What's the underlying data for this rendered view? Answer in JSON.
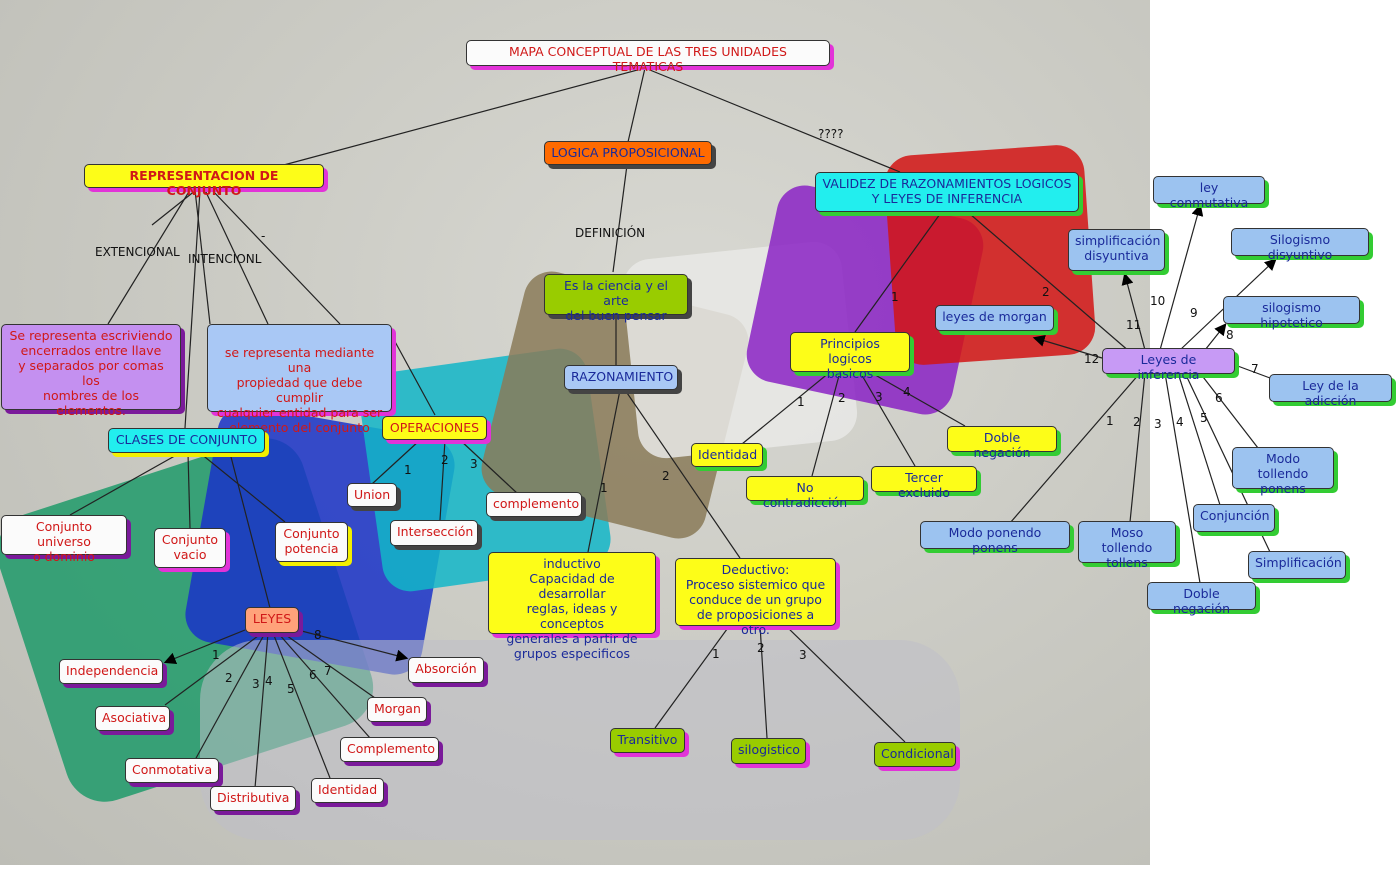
{
  "title": "MAPA CONCEPTUAL DE LAS TRES UNIDADES TEMATICAS",
  "nodes": {
    "rep_conjunto": "REPRESENTACION DE CONJUNTO",
    "logica": "LOGICA PROPOSICIONAL",
    "validez": "VALIDEZ DE RAZONAMIENTOS LOGICOS\nY LEYES DE INFERENCIA",
    "extensional_desc": "Se representa escriviendo\nencerrados entre llave\ny separados por comas los\nnombres de los elementos.",
    "intencional_desc": "se representa mediante una\npropiedad que debe cumplir\ncualquier entidad para ser\nelemento del conjunto",
    "clases": "CLASES DE CONJUNTO",
    "operaciones": "OPERACIONES",
    "universo": "Conjunto universo\no dominio",
    "vacio": "Conjunto\nvacio",
    "potencia": "Conjunto\npotencia",
    "union": "Union",
    "interseccion": "Intersección",
    "complemento": "complemento",
    "leyes": "LEYES",
    "independencia": "Independencia",
    "asociativa": "Asociativa",
    "conmotativa": "Conmotativa",
    "distributiva": "Distributiva",
    "identidad_l": "Identidad",
    "complemento_l": "Complemento",
    "morgan": "Morgan",
    "absorcion": "Absorción",
    "ciencia": "Es la ciencia y el arte\ndel buen pensar",
    "razonamiento": "RAZONAMIENTO",
    "inductivo": "inductivo\nCapacidad de desarrollar\nreglas, ideas y conceptos\ngenerales a partir de\ngrupos especificos",
    "deductivo": "Deductivo:\nProceso sistemico que\nconduce de un grupo\nde proposiciones a otro.",
    "transitivo": "Transitivo",
    "silogistico": "silogistico",
    "condicional": "Condicional",
    "principios": "Principios logicos\nbasicos",
    "identidad_p": "Identidad",
    "no_contradiccion": "No contradicción",
    "tercer_excluido": "Tercer excluido",
    "doble_negacion_p": "Doble negación",
    "leyes_morgan": "leyes de morgan",
    "leyes_inferencia": "Leyes de inferencia",
    "ley_conmutativa": "ley conmutativa",
    "simplificacion_disyuntiva": "simplificación\ndisyuntiva",
    "silogismo_disyuntivo": "Silogismo disyuntivo",
    "silogismo_hipotetico": "silogismo hipotetico",
    "ley_adicion": "Ley de la adicción",
    "modo_tollendo_ponens": "Modo tollendo\nponens",
    "conjuncion": "Conjunción",
    "simplificacion": "Simplificación",
    "doble_negacion_i": "Doble negación",
    "moso_tollendo_tollens": "Moso tollendo\ntollens",
    "modo_ponendo_ponens": "Modo ponendo ponens"
  },
  "link_labels": {
    "extensional": "EXTENCIONAL",
    "intencional": "INTENCIONL",
    "definicion": "DEFINICIÓN",
    "question": "????",
    "dash": "-"
  },
  "numbers": [
    "1",
    "2",
    "3",
    "4",
    "5",
    "6",
    "7",
    "8",
    "9",
    "10",
    "11",
    "12"
  ],
  "colors": {
    "lavender": "#c490f0",
    "light_blue": "#a9c8f5",
    "cyan": "#22eeee",
    "yellow": "#fdfd18",
    "olive": "#99cc00",
    "orange": "#ff6a00",
    "salmon": "#ffa27a",
    "purple_node": "#c79af5",
    "sky": "#9cc3f0"
  }
}
